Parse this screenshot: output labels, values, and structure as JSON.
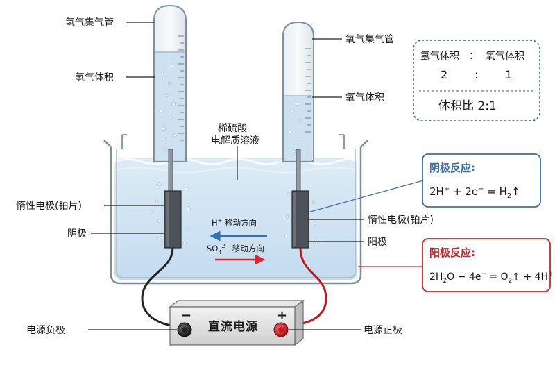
{
  "labels": {
    "h2_tube": "氢气集气管",
    "h2_volume": "氢气体积",
    "o2_tube": "氧气集气管",
    "o2_volume": "氧气体积",
    "electrolyte_line1": "稀硫酸",
    "electrolyte_line2": "电解质溶液",
    "inert_electrode_left": "惰性电极(铂片)",
    "cathode": "阴极",
    "inert_electrode_right": "惰性电极(铂片)",
    "anode": "阳极",
    "h_ion_base": "H",
    "h_ion_sup": "+",
    "h_ion_text": " 移动方向",
    "so4_base": "SO",
    "so4_sub": "4",
    "so4_sup": "2−",
    "so4_text": " 移动方向",
    "ps_negative": "电源负极",
    "ps_positive": "电源正极",
    "ps_name": "直流电源",
    "minus_sign": "−",
    "plus_sign": "+"
  },
  "ratio_box": {
    "h2_label": "氢气体积",
    "colon": "：",
    "o2_label": "氧气体积",
    "h2_value": "2",
    "colon2": ":",
    "o2_value": "1",
    "summary": "体积比 2:1"
  },
  "cathode_box": {
    "title": "阴极反应:",
    "eq_a": "2H",
    "eq_a_sup": "+",
    "eq_b": " + 2e",
    "eq_b_sup": "−",
    "eq_c": " = H",
    "eq_c_sub": "2",
    "eq_d": "↑"
  },
  "anode_box": {
    "title": "阳极反应:",
    "eq_a": "2H",
    "eq_a_sub": "2",
    "eq_b": "O − 4e",
    "eq_b_sup": "−",
    "eq_c": " = O",
    "eq_c_sub": "2",
    "eq_d": "↑ + 4H",
    "eq_d_sup": "+"
  },
  "colors": {
    "cathode_accent": "#3d6fa8",
    "anode_accent": "#c8272d",
    "ion_h_arrow": "#2f6fb8",
    "ion_so4_arrow": "#d9262c",
    "water": "#cfe4f3"
  }
}
